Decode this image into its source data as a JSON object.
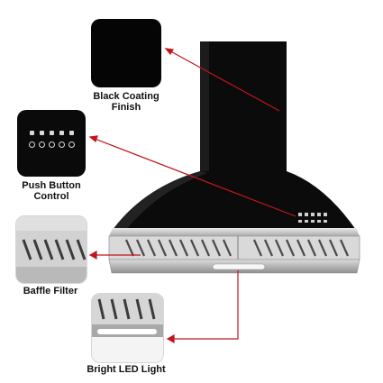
{
  "labels": {
    "black_coating": "Black Coating Finish",
    "push_button": "Push Button Control",
    "baffle_filter": "Baffle Filter",
    "led_light": "Bright LED Light"
  },
  "colors": {
    "arrow": "#c0161e",
    "hood_black": "#0b0b0b",
    "steel": "#c9c9c9"
  }
}
